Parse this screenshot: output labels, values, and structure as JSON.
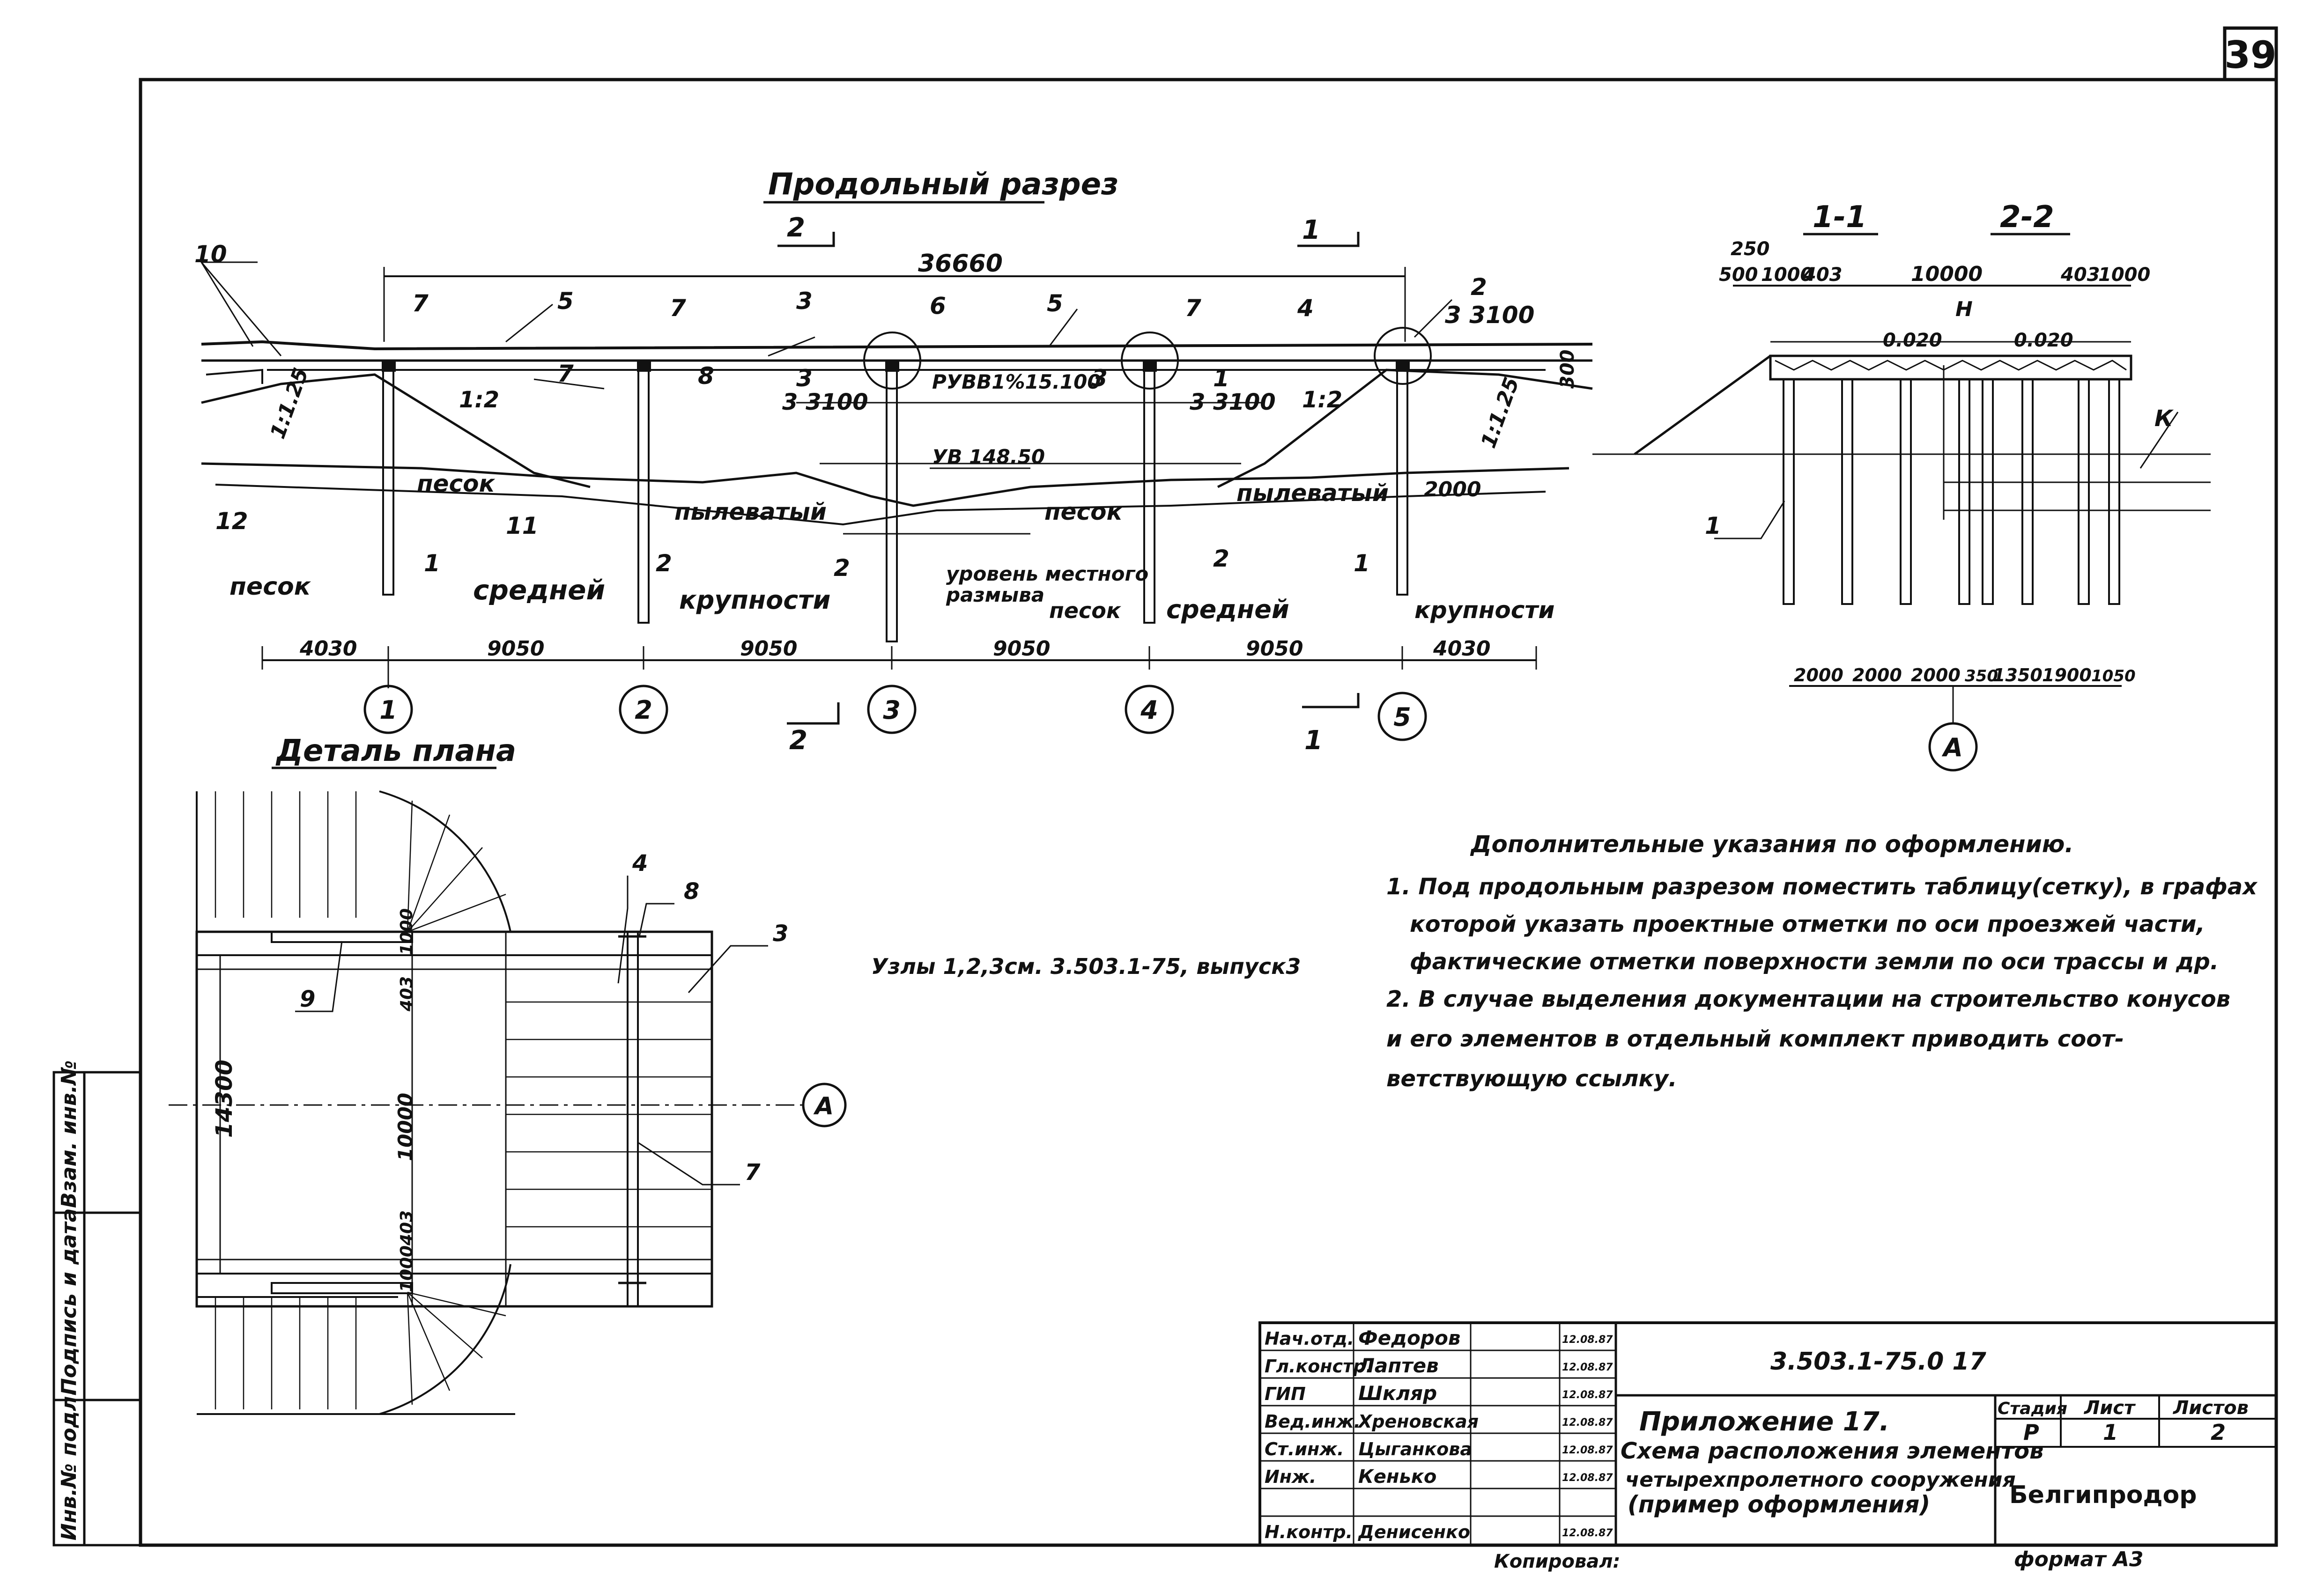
{
  "sheet": {
    "page_number": "39",
    "format_label": "формат А3",
    "copied_label": "Копировал:"
  },
  "longitudinal": {
    "title": "Продольный разрез",
    "overall_dim": "36660",
    "section_mark_2": "2",
    "section_mark_1": "1",
    "callouts": [
      "10",
      "7",
      "5",
      "7",
      "3",
      "6",
      "5",
      "7",
      "4",
      "2",
      "12",
      "11",
      "1",
      "2",
      "2",
      "2",
      "1",
      "8",
      "3",
      "3",
      "1"
    ],
    "label_33100": "3 3100",
    "label_rubb": "РУВВ1%15.100",
    "label_ub": "УВ 148.50",
    "label_300": "300",
    "label_2000": "2000",
    "slope_12": "1:2",
    "slope_125": "1:1.25",
    "soil": {
      "pesok_left": "песок",
      "pesok_mid": "песок",
      "srednei_left": "средней",
      "pylevaty_left": "пылеватый",
      "pylevaty_right": "пылеватый",
      "krupnosti_left": "крупности",
      "uroven": "уровень местного",
      "razmyva": "размыва",
      "pesok_bottom": "песок",
      "srednei_right": "средней",
      "krupnosti_right": "крупности",
      "pesok_far_left": "песок"
    },
    "spans": [
      "4030",
      "9050",
      "9050",
      "9050",
      "9050",
      "4030"
    ],
    "axes": [
      "1",
      "2",
      "3",
      "4",
      "5"
    ]
  },
  "cross_section": {
    "title_11": "1-1",
    "title_22": "2-2",
    "dims_top": [
      "250",
      "500",
      "1000",
      "403",
      "10000",
      "403",
      "1000"
    ],
    "dims_bottom": [
      "2000",
      "2000",
      "2000",
      "350",
      "1350",
      "1900",
      "1050"
    ],
    "slope_left": "0.020",
    "slope_right": "0.020",
    "label_h": "Н",
    "label_k": "К",
    "callout_1": "1",
    "axis_a": "А"
  },
  "plan": {
    "title": "Деталь плана",
    "callouts": [
      "4",
      "8",
      "3",
      "9",
      "7"
    ],
    "dim_14300": "14300",
    "dims_vertical": [
      "1000",
      "403",
      "10000",
      "403",
      "1000"
    ],
    "axis_a": "А",
    "nodes_note": "Узлы 1,2,3см. 3.503.1-75, выпуск3"
  },
  "notes": {
    "title": "Дополнительные указания по оформлению.",
    "lines": [
      "1. Под продольным разрезом поместить таблицу(сетку), в графах",
      "которой указать проектные отметки по оси проезжей части,",
      "фактические отметки поверхности земли по оси трассы и др.",
      "2. В случае выделения документации на строительство конусов",
      "и его элементов в отдельный комплект приводить соот-",
      "ветствующую ссылку."
    ]
  },
  "side_stamp": {
    "cells": [
      "Инв.№ подл.",
      "Подпись и дата",
      "Взам. инв.№"
    ]
  },
  "title_block": {
    "doc_code": "3.503.1-75.0   17",
    "description_lines": [
      "Приложение 17.",
      "Схема расположения элементов",
      "четырехпролетного сооружения",
      "(пример оформления)"
    ],
    "stage_header": "Стадия",
    "sheet_header": "Лист",
    "sheets_header": "Листов",
    "stage_value": "Р",
    "sheet_value": "1",
    "sheets_value": "2",
    "organization": "Белгипродор",
    "signers": [
      {
        "role": "Нач.отд.",
        "name": "Федоров",
        "date": "12.08.87"
      },
      {
        "role": "Гл.констр.",
        "name": "Лаптев",
        "date": "12.08.87"
      },
      {
        "role": "ГИП",
        "name": "Шкляр",
        "date": "12.08.87"
      },
      {
        "role": "Вед.инж.",
        "name": "Хреновская",
        "date": "12.08.87"
      },
      {
        "role": "Ст.инж.",
        "name": "Цыганкова",
        "date": "12.08.87"
      },
      {
        "role": "Инж.",
        "name": "Кенько",
        "date": "12.08.87"
      },
      {
        "role": "",
        "name": "",
        "date": ""
      },
      {
        "role": "Н.контр.",
        "name": "Денисенко",
        "date": "12.08.87"
      }
    ]
  }
}
